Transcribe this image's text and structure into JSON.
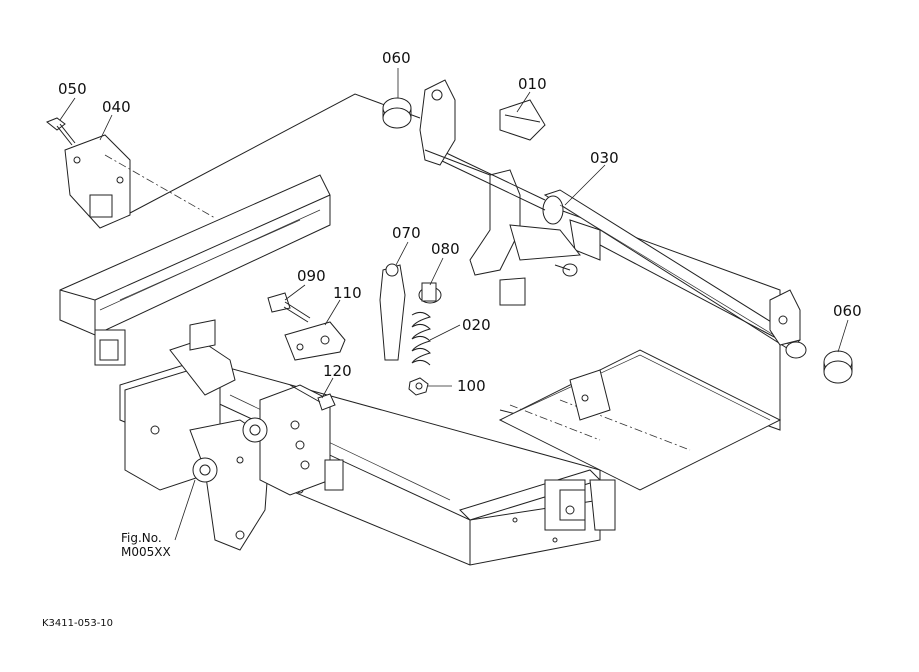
{
  "diagram": {
    "part_labels": {
      "p010": "010",
      "p020": "020",
      "p030": "030",
      "p040": "040",
      "p050": "050",
      "p060a": "060",
      "p060b": "060",
      "p070": "070",
      "p080": "080",
      "p090": "090",
      "p100": "100",
      "p110": "110",
      "p120": "120"
    },
    "fig_ref": {
      "line1": "Fig.No.",
      "line2": "M005XX"
    },
    "drawing_code": "K3411-053-10"
  }
}
